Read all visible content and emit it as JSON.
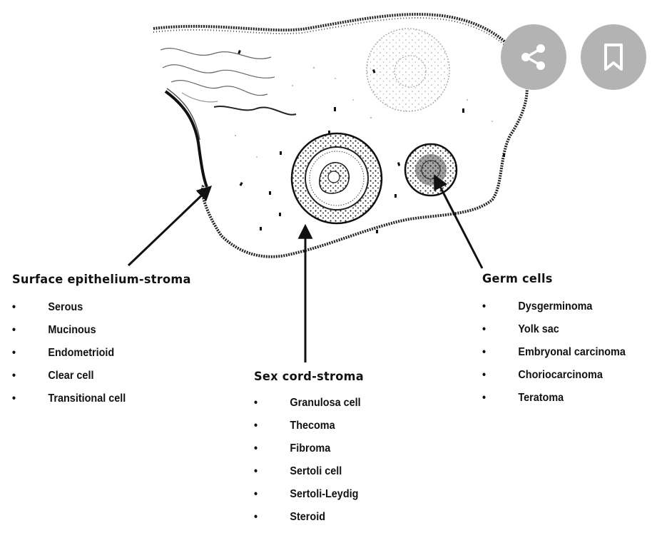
{
  "buttons": {
    "share_icon": "share-icon",
    "bookmark_icon": "bookmark-icon",
    "button_color": "#b3b3b3"
  },
  "groups": [
    {
      "title": "Surface epithelium-stroma",
      "items": [
        "Serous",
        "Mucinous",
        "Endometrioid",
        "Clear cell",
        "Transitional cell"
      ]
    },
    {
      "title": "Sex cord-stroma",
      "items": [
        "Granulosa cell",
        "Thecoma",
        "Fibroma",
        "Sertoli cell",
        "Sertoli-Leydig",
        "Steroid"
      ]
    },
    {
      "title": "Germ cells",
      "items": [
        "Dysgerminoma",
        "Yolk sac",
        "Embryonal carcinoma",
        "Choriocarcinoma",
        "Teratoma"
      ]
    }
  ],
  "bullet": "•"
}
